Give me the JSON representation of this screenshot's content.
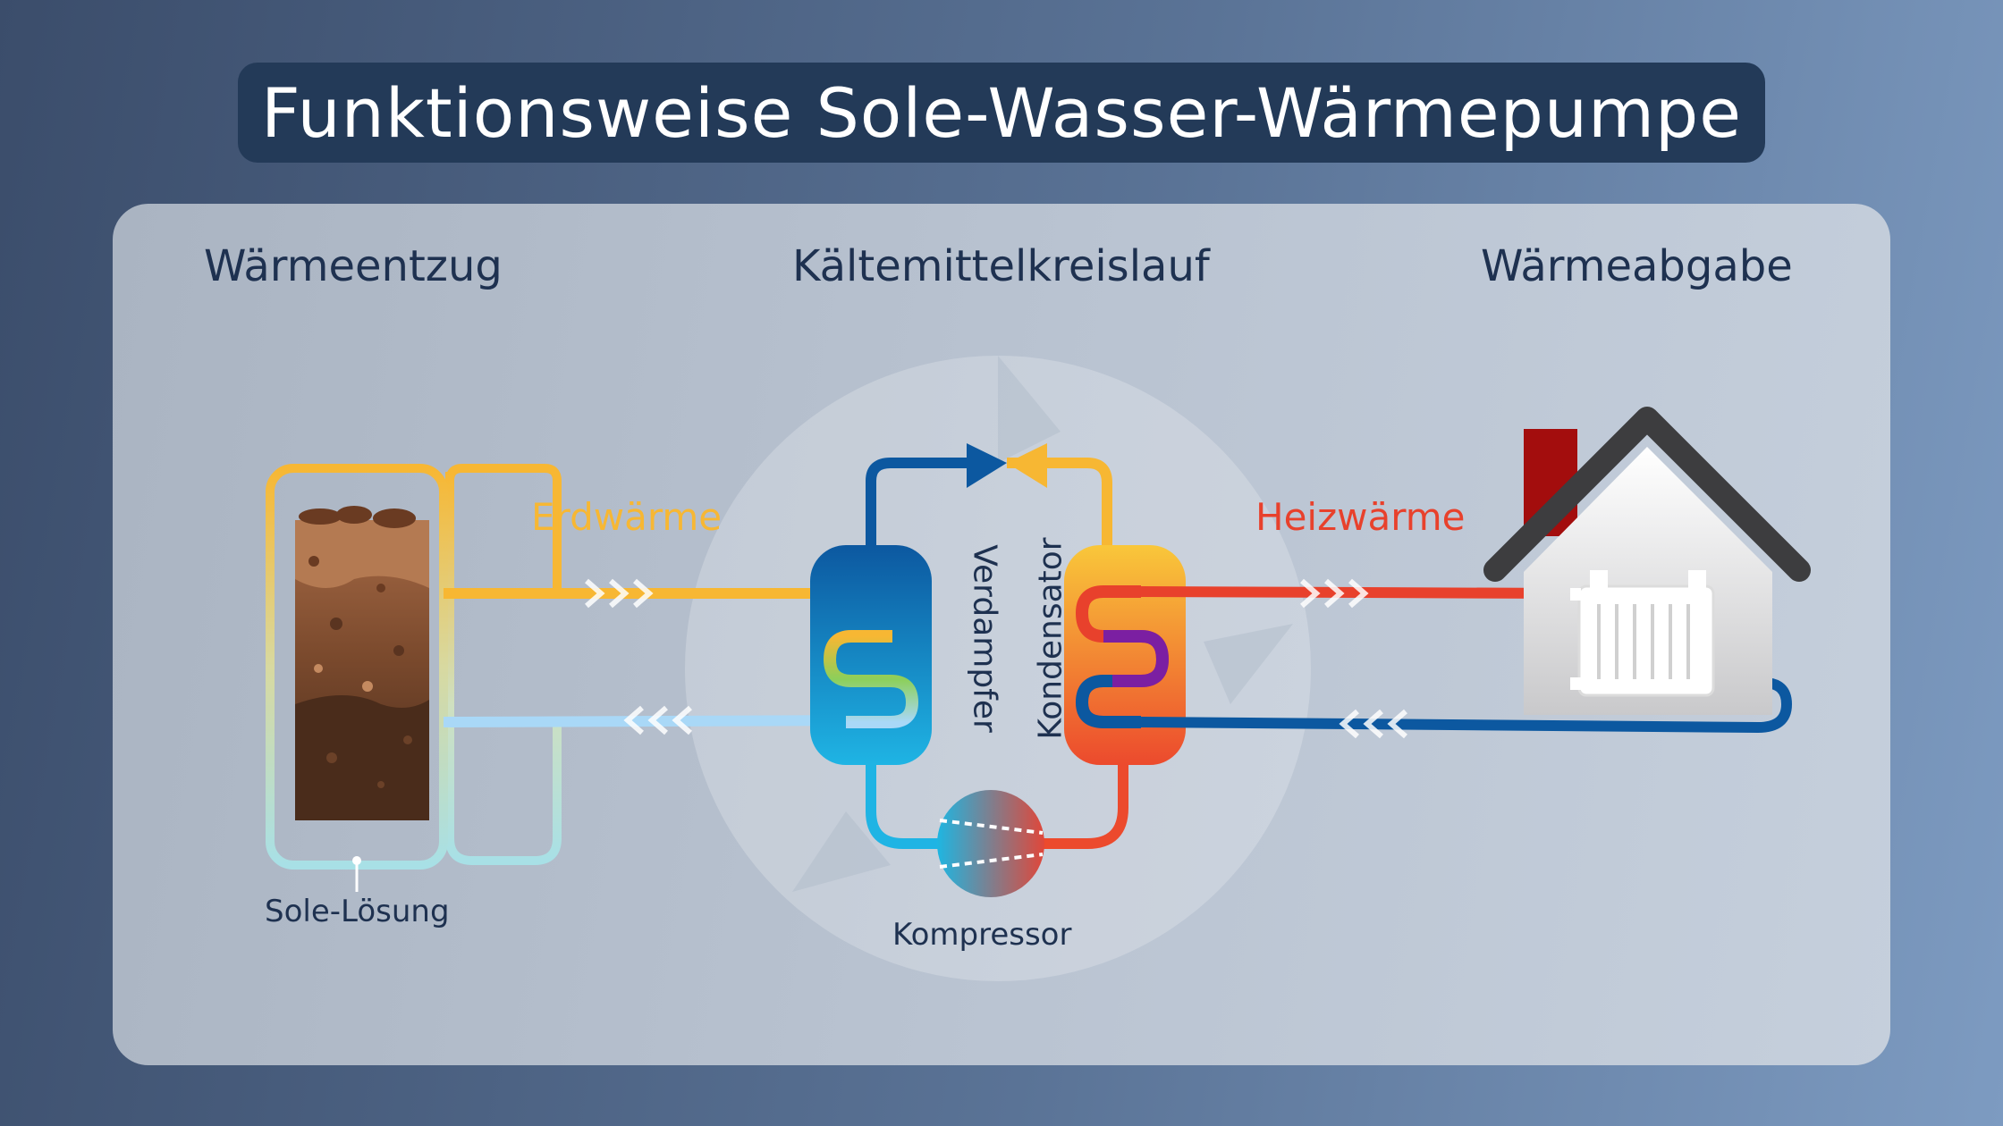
{
  "title": "Funktionsweise Sole-Wasser-Wärmepumpe",
  "sections": {
    "left": "Wärmeentzug",
    "center": "Kältemittelkreislauf",
    "right": "Wärmeabgabe"
  },
  "flows": {
    "ground": "Erdwärme",
    "heat": "Heizwärme"
  },
  "components": {
    "brine": "Sole-Lösung",
    "evaporator": "Verdampfer",
    "condenser": "Kondensator",
    "compressor": "Kompressor"
  },
  "colors": {
    "warm_pipe": "#f7b733",
    "cold_pipe": "#a9d8f7",
    "hot_pipe": "#e8412c",
    "return_pipe": "#0c58a0",
    "brine_loop_bottom": "#a8e0e6",
    "title_bg": "#233a58",
    "flow_ground": "#f7b733",
    "flow_heat": "#e8412c"
  }
}
